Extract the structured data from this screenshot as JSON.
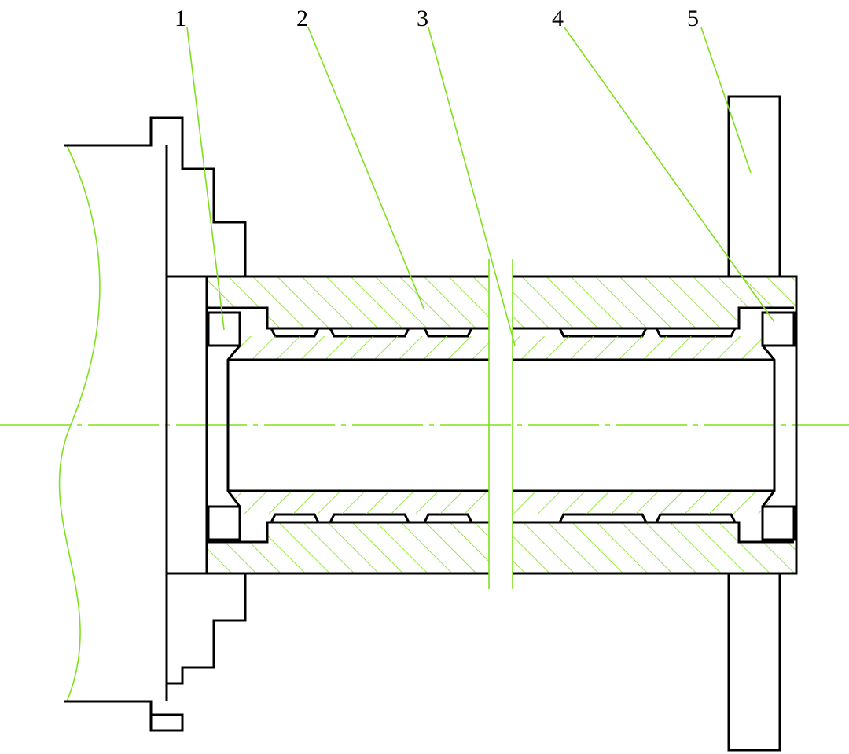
{
  "labels": [
    "1",
    "2",
    "3",
    "4",
    "5"
  ],
  "colors": {
    "outline": "#000000",
    "hatch": "#7fe01c",
    "leader": "#7fe01c"
  }
}
